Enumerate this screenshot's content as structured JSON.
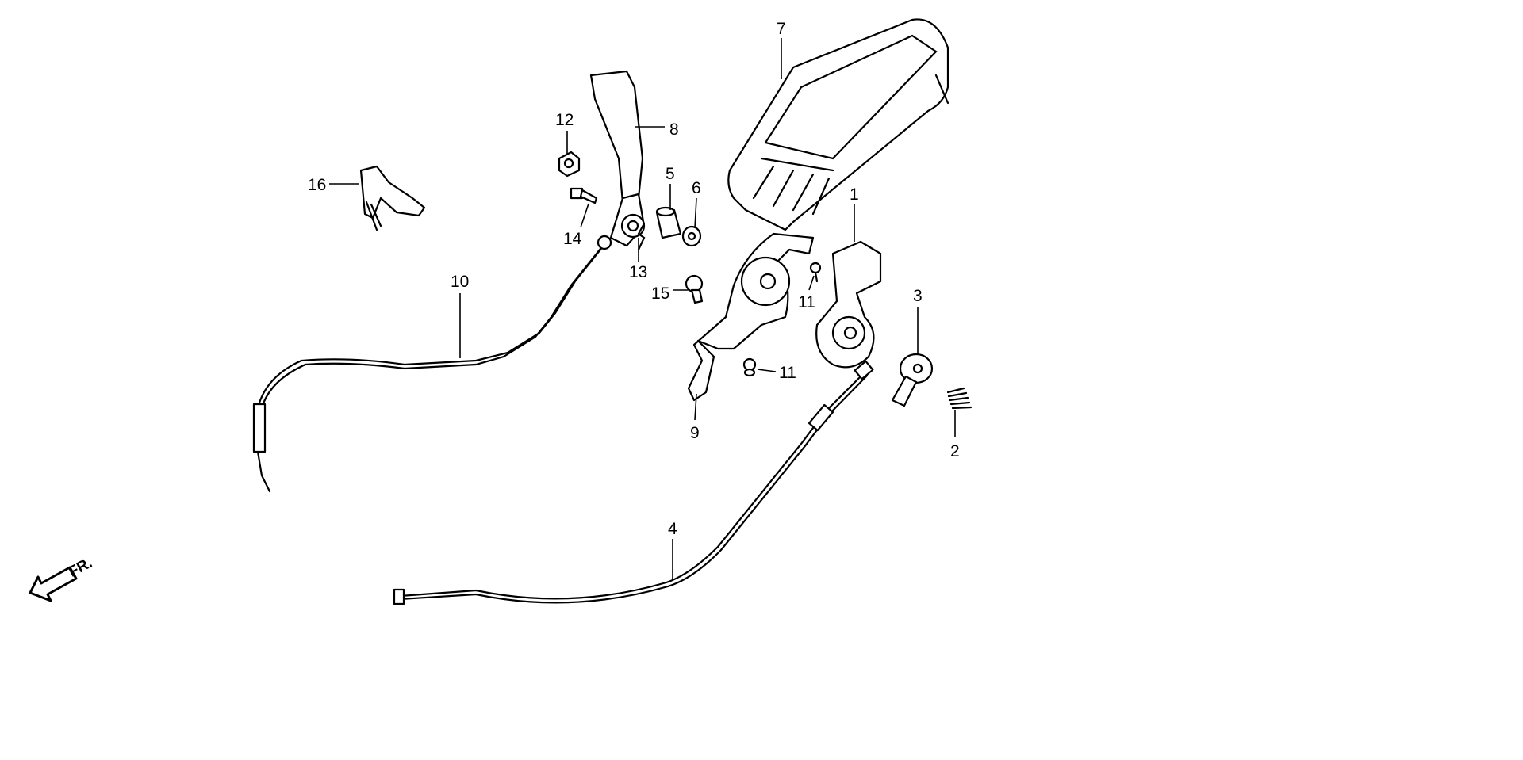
{
  "diagram": {
    "callouts": [
      "1",
      "2",
      "3",
      "4",
      "5",
      "6",
      "7",
      "8",
      "9",
      "10",
      "11",
      "11",
      "12",
      "13",
      "14",
      "15",
      "16"
    ],
    "direction_label": "FR.",
    "icons": [
      "front-direction-arrow-icon"
    ]
  }
}
